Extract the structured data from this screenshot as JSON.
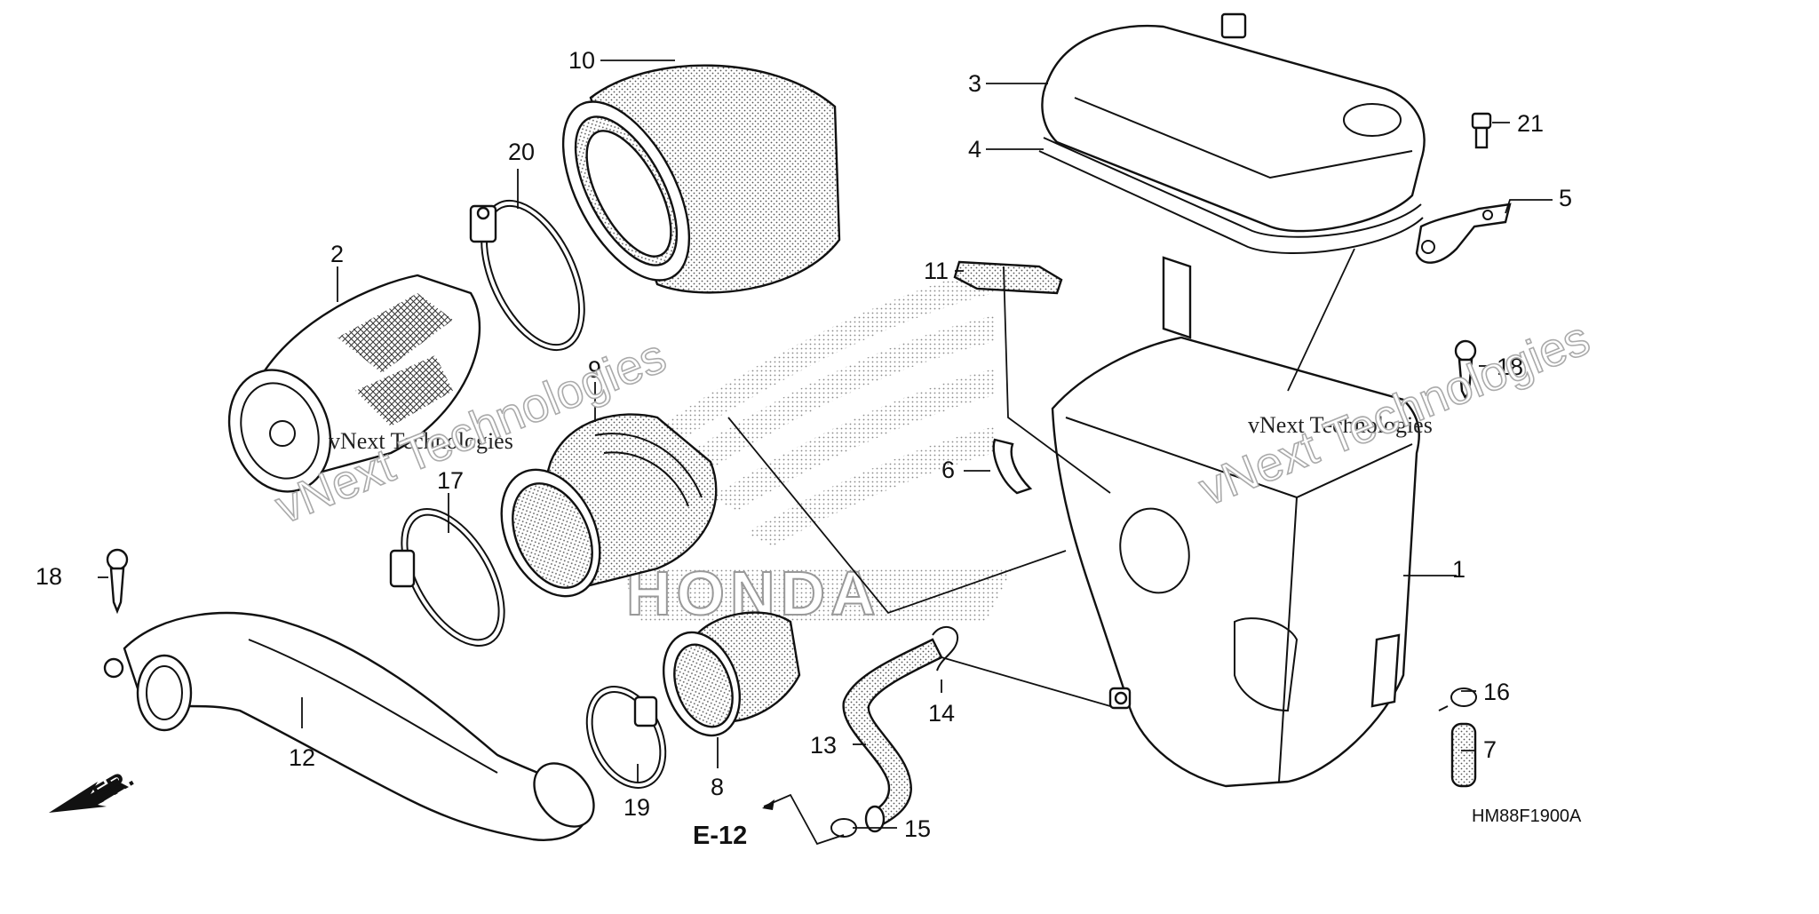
{
  "callouts": {
    "p1": "1",
    "p2": "2",
    "p3": "3",
    "p4": "4",
    "p5": "5",
    "p6": "6",
    "p7": "7",
    "p8": "8",
    "p9": "9",
    "p10": "10",
    "p11": "11",
    "p12": "12",
    "p13": "13",
    "p14": "14",
    "p15": "15",
    "p16": "16",
    "p17": "17",
    "p18a": "18",
    "p18b": "18",
    "p19": "19",
    "p20": "20",
    "p21": "21"
  },
  "reference": {
    "section": "E-12",
    "front_marker": "FR.",
    "drawing_code": "HM88F1900A"
  },
  "background_logo": "HONDA",
  "watermarks": {
    "left_small": "vNext Technologies",
    "left_big": "vNext Technologies",
    "right_small": "vNext Technologies",
    "right_big": "vNext Technologies"
  }
}
